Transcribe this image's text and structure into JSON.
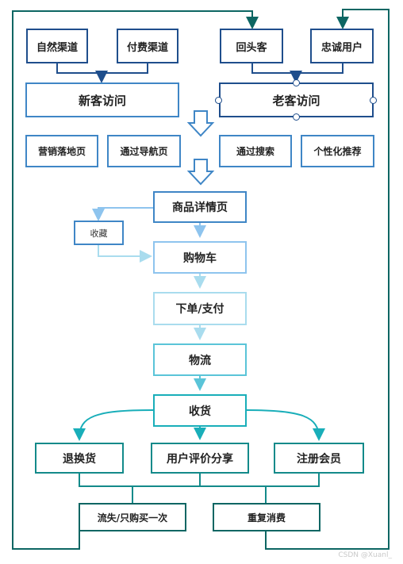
{
  "nodes": {
    "natural_channel": "自然渠道",
    "paid_channel": "付费渠道",
    "returning_customer": "回头客",
    "loyal_user": "忠诚用户",
    "new_visit": "新客访问",
    "old_visit": "老客访问",
    "marketing_landing": "营销落地页",
    "via_navigation": "通过导航页",
    "via_search": "通过搜索",
    "personalized_rec": "个性化推荐",
    "product_detail": "商品详情页",
    "favorite": "收藏",
    "cart": "购物车",
    "order_pay": "下单/支付",
    "logistics": "物流",
    "receive": "收货",
    "return_exchange": "退换货",
    "review_share": "用户评价分享",
    "register_member": "注册会员",
    "churn_once": "流失/只购买一次",
    "repurchase": "重复消费"
  },
  "watermark": "CSDN @Xuanl_",
  "colors": {
    "navy": "#1f4e8c",
    "blue": "#3f86c6",
    "light_blue": "#8ec4ee",
    "pale_blue": "#a9dcee",
    "cyan": "#5ac4d8",
    "cyan_dark": "#19aeb9",
    "teal": "#138a8a",
    "dark_teal": "#0d6663"
  }
}
